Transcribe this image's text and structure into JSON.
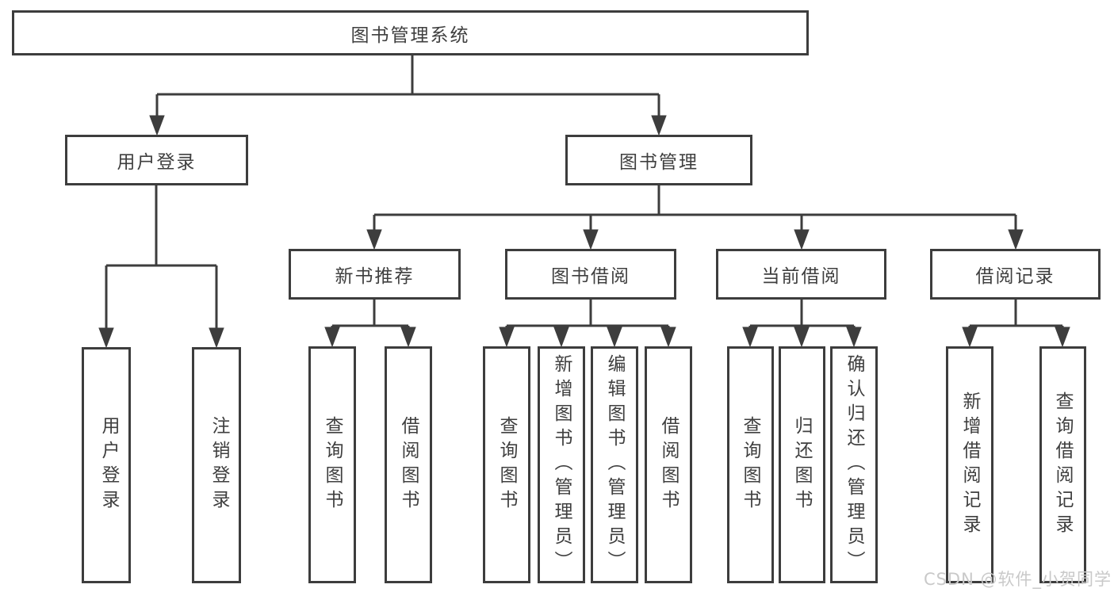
{
  "root": {
    "label": "图书管理系统"
  },
  "branches": {
    "user_login": {
      "label": "用户登录",
      "children": {
        "login": {
          "label": "用户登录"
        },
        "logout": {
          "label": "注销登录"
        }
      }
    },
    "book_management": {
      "label": "图书管理",
      "children": {
        "new_books": {
          "label": "新书推荐",
          "children": {
            "query_books": {
              "label": "查询图书"
            },
            "borrow_books": {
              "label": "借阅图书"
            }
          }
        },
        "book_borrow": {
          "label": "图书借阅",
          "children": {
            "query_books": {
              "label": "查询图书"
            },
            "add_books": {
              "label": "新增图书（管理员）"
            },
            "edit_books": {
              "label": "编辑图书（管理员）"
            },
            "borrow_books": {
              "label": "借阅图书"
            }
          }
        },
        "current_borrow": {
          "label": "当前借阅",
          "children": {
            "query_books": {
              "label": "查询图书"
            },
            "return_books": {
              "label": "归还图书"
            },
            "confirm_return": {
              "label": "确认归还（管理员）"
            }
          }
        },
        "borrow_records": {
          "label": "借阅记录",
          "children": {
            "add_record": {
              "label": "新增借阅记录"
            },
            "query_record": {
              "label": "查询借阅记录"
            }
          }
        }
      }
    }
  },
  "watermark": {
    "text": "CSDN @软件_小贺同学"
  },
  "colors": {
    "line": "#3d3d3d",
    "text": "#3f3f3f",
    "watermark": "#c9c9c9"
  }
}
